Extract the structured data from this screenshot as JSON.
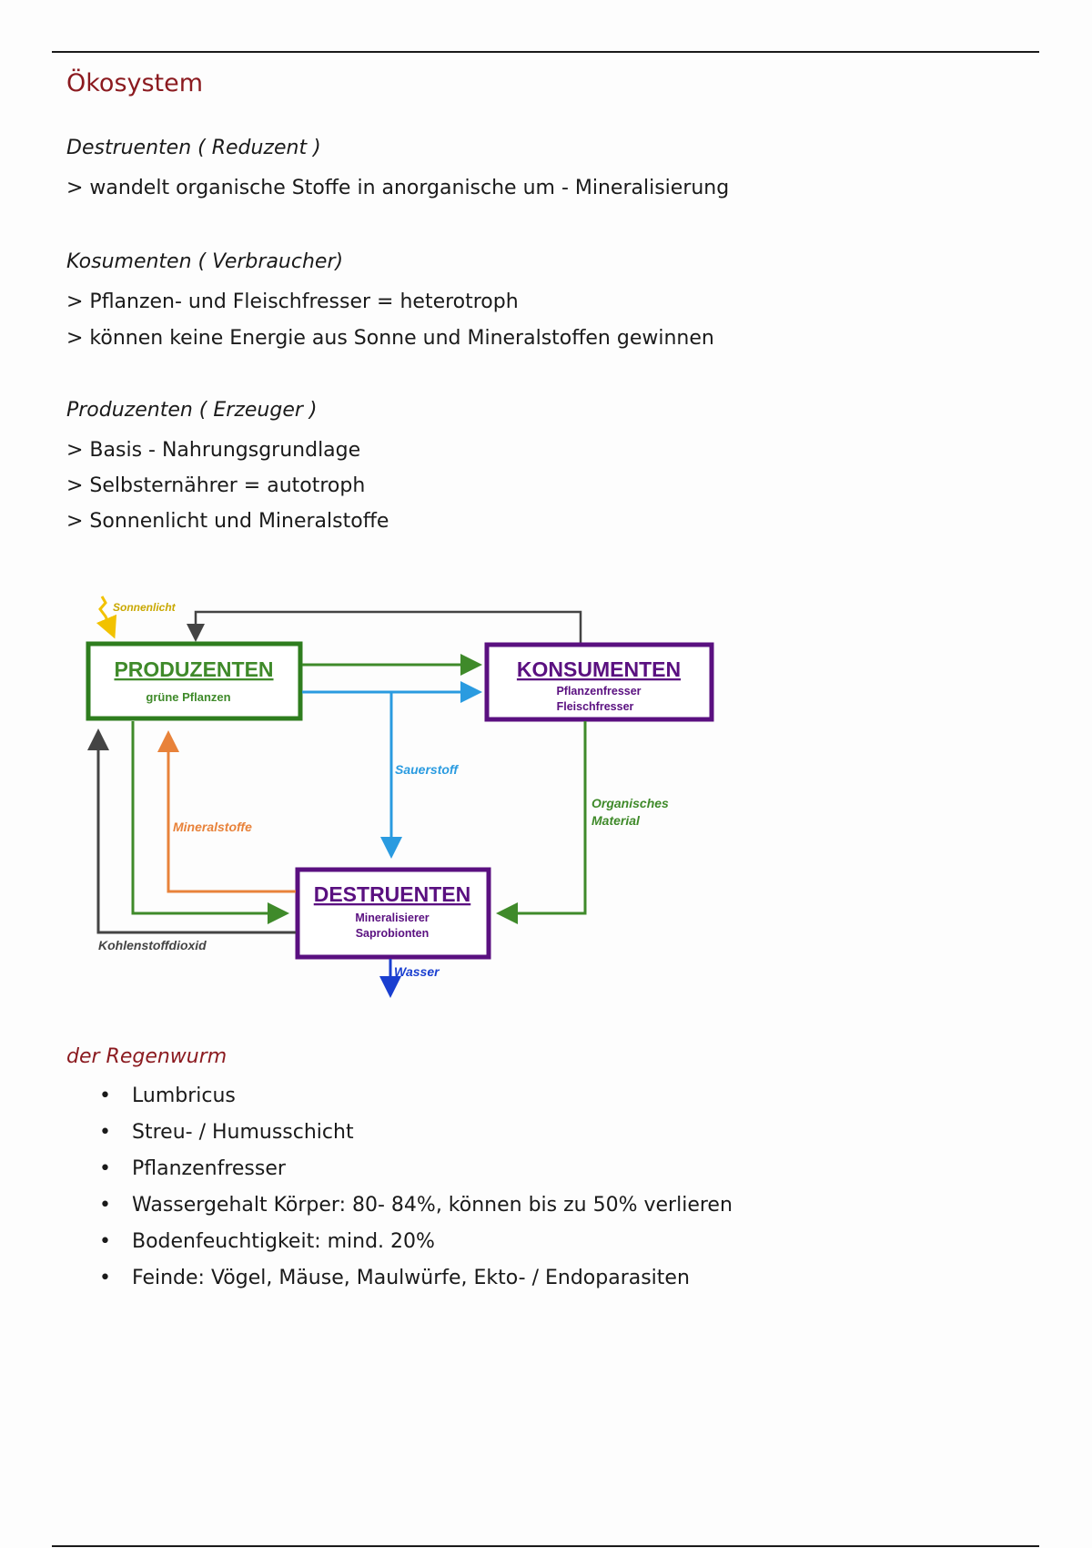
{
  "title": "Ökosystem",
  "sections": [
    {
      "heading": "Destruenten ( Reduzent )",
      "lines": [
        "> wandelt organische Stoffe in anorganische um - Mineralisierung"
      ]
    },
    {
      "heading": "Kosumenten ( Verbraucher)",
      "lines": [
        "> Pflanzen- und Fleischfresser = heterotroph",
        "> können keine Energie aus Sonne und Mineralstoffen gewinnen"
      ]
    },
    {
      "heading": "Produzenten ( Erzeuger )",
      "lines": [
        "> Basis - Nahrungsgrundlage",
        "> Selbsternährer = autotroph",
        "> Sonnenlicht und Mineralstoffe"
      ]
    }
  ],
  "diagram": {
    "producers": {
      "title": "PRODUZENTEN",
      "sub": "grüne Pflanzen",
      "color": "#2e7d1e"
    },
    "consumers": {
      "title": "KONSUMENTEN",
      "sub1": "Pflanzenfresser",
      "sub2": "Fleischfresser",
      "color": "#5a1080"
    },
    "decomposers": {
      "title": "DESTRUENTEN",
      "sub1": "Mineralisierer",
      "sub2": "Saprobionten",
      "color": "#5a1080"
    },
    "labels": {
      "sunlight": "Sonnenlicht",
      "oxygen": "Sauerstoff",
      "minerals": "Mineralstoffe",
      "organic1": "Organisches",
      "organic2": "Material",
      "co2": "Kohlenstoffdioxid",
      "water": "Wasser"
    },
    "colors": {
      "sun": "#f2c200",
      "oxygen": "#2a9be0",
      "minerals": "#e8823a",
      "organic": "#3f8a2a",
      "co2": "#444444",
      "water": "#1a3fd0"
    }
  },
  "worm": {
    "heading": "der Regenwurm",
    "items": [
      "Lumbricus",
      "Streu- / Humusschicht",
      "Pflanzenfresser",
      "Wassergehalt Körper: 80- 84%, können bis zu 50% verlieren",
      "Bodenfeuchtigkeit: mind. 20%",
      "Feinde: Vögel, Mäuse, Maulwürfe, Ekto- / Endoparasiten"
    ]
  }
}
